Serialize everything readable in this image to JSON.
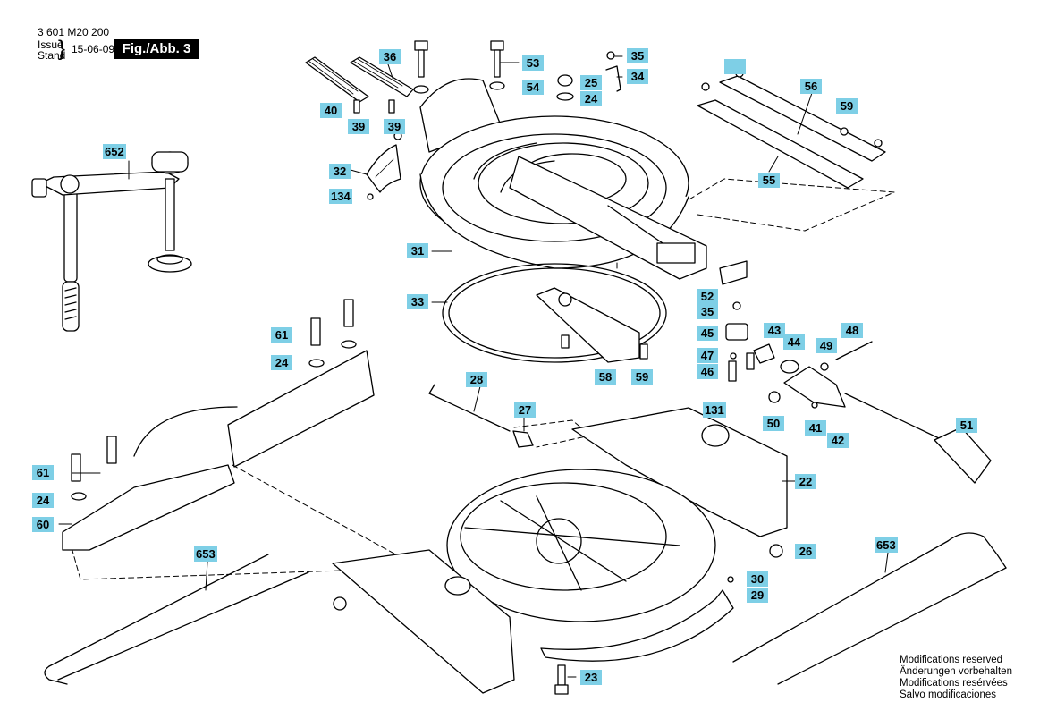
{
  "header": {
    "doc_number": "3 601 M20 200",
    "issue_label": "Issue",
    "stand_label": "Stand",
    "date": "15-06-09",
    "figure": "Fig./Abb. 3"
  },
  "part_labels": {
    "p652": "652",
    "p36": "36",
    "p40": "40",
    "p39a": "39",
    "p39b": "39",
    "p53": "53",
    "p54": "54",
    "p35a": "35",
    "p34": "34",
    "p25": "25",
    "p24a": "24",
    "p56": "56",
    "p59a": "59",
    "p55": "55",
    "p32": "32",
    "p134": "134",
    "p31": "31",
    "p33": "33",
    "p52": "52",
    "p35b": "35",
    "p43": "43",
    "p45": "45",
    "p44": "44",
    "p49": "49",
    "p48": "48",
    "p47": "47",
    "p46": "46",
    "p58": "58",
    "p59b": "59",
    "p61a": "61",
    "p24b": "24",
    "p28": "28",
    "p27": "27",
    "p131": "131",
    "p50": "50",
    "p41": "41",
    "p42": "42",
    "p51": "51",
    "p22": "22",
    "p61b": "61",
    "p24c": "24",
    "p60": "60",
    "p26": "26",
    "p653a": "653",
    "p653b": "653",
    "p30": "30",
    "p29": "29",
    "p23": "23",
    "blank": ""
  },
  "notes": [
    "Modifications reserved",
    "Änderungen vorbehalten",
    "Modifications resérvées",
    "Salvo modificaciones"
  ]
}
